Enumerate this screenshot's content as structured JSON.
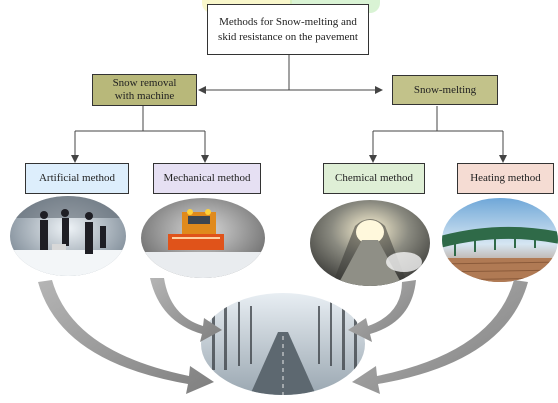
{
  "root": {
    "line1": "Methods for Snow-melting and",
    "line2": "skid resistance on the pavement"
  },
  "branches": {
    "left": {
      "line1": "Snow removal",
      "line2": "with machine",
      "color": "#b8b87a"
    },
    "right": {
      "label": "Snow-melting",
      "color": "#c2c28a"
    }
  },
  "methods": [
    {
      "label": "Artificial method",
      "color": "#ddeefc"
    },
    {
      "label": "Mechanical method",
      "color": "#e6e0f3"
    },
    {
      "label": "Chemical method",
      "color": "#dfefd6"
    },
    {
      "label": "Heating method",
      "color": "#f5dcd3"
    }
  ],
  "photos": [
    {
      "name": "people-shoveling-snow-photo"
    },
    {
      "name": "snowplow-truck-photo"
    },
    {
      "name": "snowy-tunnel-photo"
    },
    {
      "name": "heated-bridge-photo"
    },
    {
      "name": "snowy-forest-road-photo"
    }
  ],
  "colors": {
    "line": "#444444",
    "swoosh": "#9a9a9a"
  }
}
